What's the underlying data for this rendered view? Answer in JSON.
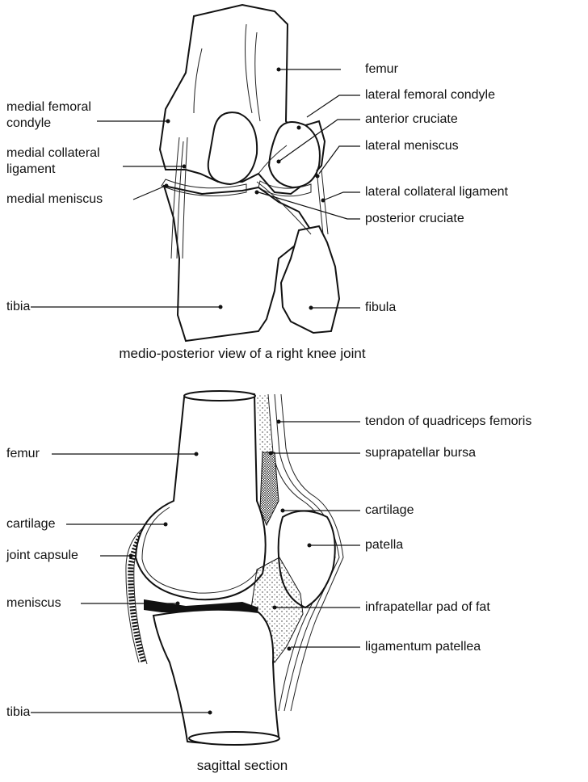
{
  "top_view": {
    "caption": "medio-posterior view of a right knee joint",
    "labels": {
      "femur": "femur",
      "lateral_femoral_condyle": "lateral femoral condyle",
      "medial_femoral_condyle_1": "medial femoral",
      "medial_femoral_condyle_2": "condyle",
      "anterior_cruciate": "anterior cruciate",
      "lateral_meniscus": "lateral meniscus",
      "medial_collateral_1": "medial collateral",
      "medial_collateral_2": "ligament",
      "medial_meniscus": "medial meniscus",
      "lateral_collateral": "lateral collateral ligament",
      "posterior_cruciate": "posterior cruciate",
      "tibia": "tibia",
      "fibula": "fibula"
    }
  },
  "bottom_view": {
    "caption": "sagittal section",
    "labels": {
      "tendon_quadriceps": "tendon of quadriceps femoris",
      "femur": "femur",
      "suprapatellar_bursa": "suprapatellar bursa",
      "cartilage_left": "cartilage",
      "cartilage_right": "cartilage",
      "joint_capsule": "joint capsule",
      "patella": "patella",
      "meniscus": "meniscus",
      "infrapatellar_pad": "infrapatellar pad of fat",
      "ligamentum_patellea": "ligamentum patellea",
      "tibia": "tibia"
    }
  }
}
